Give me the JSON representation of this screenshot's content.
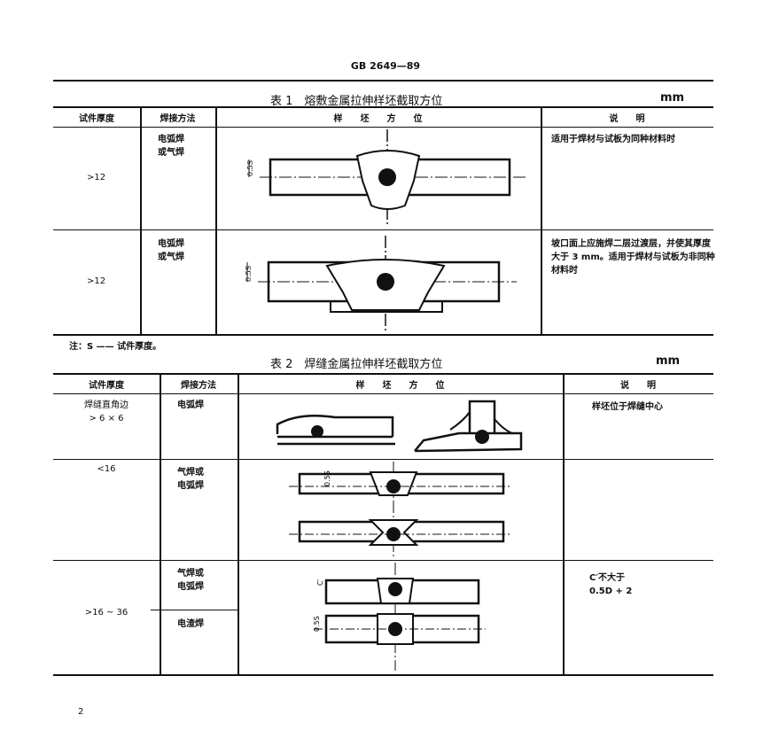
{
  "header": {
    "standard": "GB 2649—89"
  },
  "table1": {
    "title": "表 1　熔敷金属拉伸样坯截取方位",
    "unit": "mm",
    "columns": [
      "试件厚度",
      "焊接方法",
      "样　　坯　　方　　位",
      "说　　明"
    ],
    "rows": [
      {
        "thickness": ">12",
        "method": "电弧焊\n或气焊",
        "note": "适用于焊材与试板为同种材料时",
        "dim": "0.5S"
      },
      {
        "thickness": ">12",
        "method": "电弧焊\n或气焊",
        "note": "坡口面上应施焊二层过渡层，并使其厚度大于 3 mm。适用于焊材与试板为非同种材料时",
        "dim": "0.5S"
      }
    ],
    "footnote": "注：S —— 试件厚度。"
  },
  "table2": {
    "title": "表 2　焊缝金属拉伸样坯截取方位",
    "unit": "mm",
    "columns": [
      "试件厚度",
      "焊接方法",
      "样　　坯　　方　　位",
      "说　　明"
    ],
    "rows": [
      {
        "thickness": "焊缝直角边\n> 6 × 6",
        "method": "电弧焊",
        "note": "样坯位于焊缝中心"
      },
      {
        "thickness": "<16",
        "method": "气焊或\n电弧焊",
        "note": "",
        "dim": "0.5S"
      },
      {
        "thickness": ">16 ~ 36",
        "method": "气焊或\n电弧焊",
        "method2": "电渣焊",
        "note": "C′不大于\n0.5D + 2",
        "dim": "0.5S",
        "dim_c": "C′"
      }
    ]
  },
  "page_number": "2"
}
